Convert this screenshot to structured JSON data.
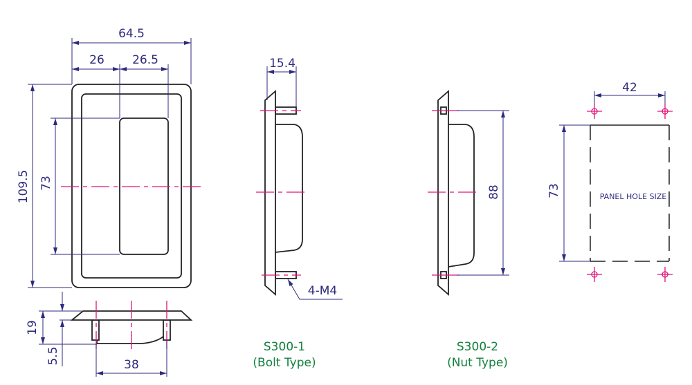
{
  "front_view": {
    "width": "64.5",
    "left": "26",
    "right": "26.5",
    "height": "109.5",
    "opening": "73"
  },
  "bottom_view": {
    "depth": "19",
    "flange": "5.5",
    "stud_spacing": "38"
  },
  "side_bolt": {
    "stud_len": "15.4",
    "thread": "4-M4",
    "model": "S300-1",
    "type": "(Bolt Type)"
  },
  "side_nut": {
    "pitch": "88",
    "model": "S300-2",
    "type": "(Nut Type)"
  },
  "panel_hole": {
    "width": "42",
    "height": "73",
    "label": "PANEL HOLE SIZE"
  },
  "colors": {
    "dimension": "#2e2a7e",
    "centerline": "#e0157a",
    "label": "#13803e"
  }
}
